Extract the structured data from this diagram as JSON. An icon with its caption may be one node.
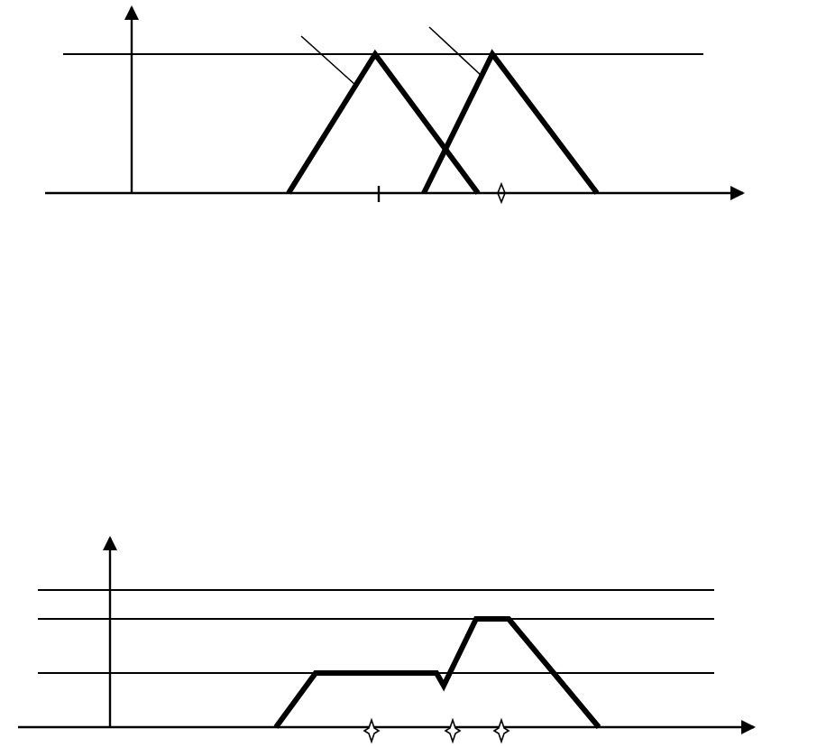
{
  "diagram": {
    "nodes": [
      {
        "text": [],
        "shape": "triangle"
      },
      {
        "text": [],
        "shape": "triangle"
      }
    ],
    "edges": [
      {
        "from": null,
        "to": 0,
        "arrow": "none"
      },
      {
        "from": null,
        "to": 1,
        "arrow": "none"
      }
    ]
  }
}
